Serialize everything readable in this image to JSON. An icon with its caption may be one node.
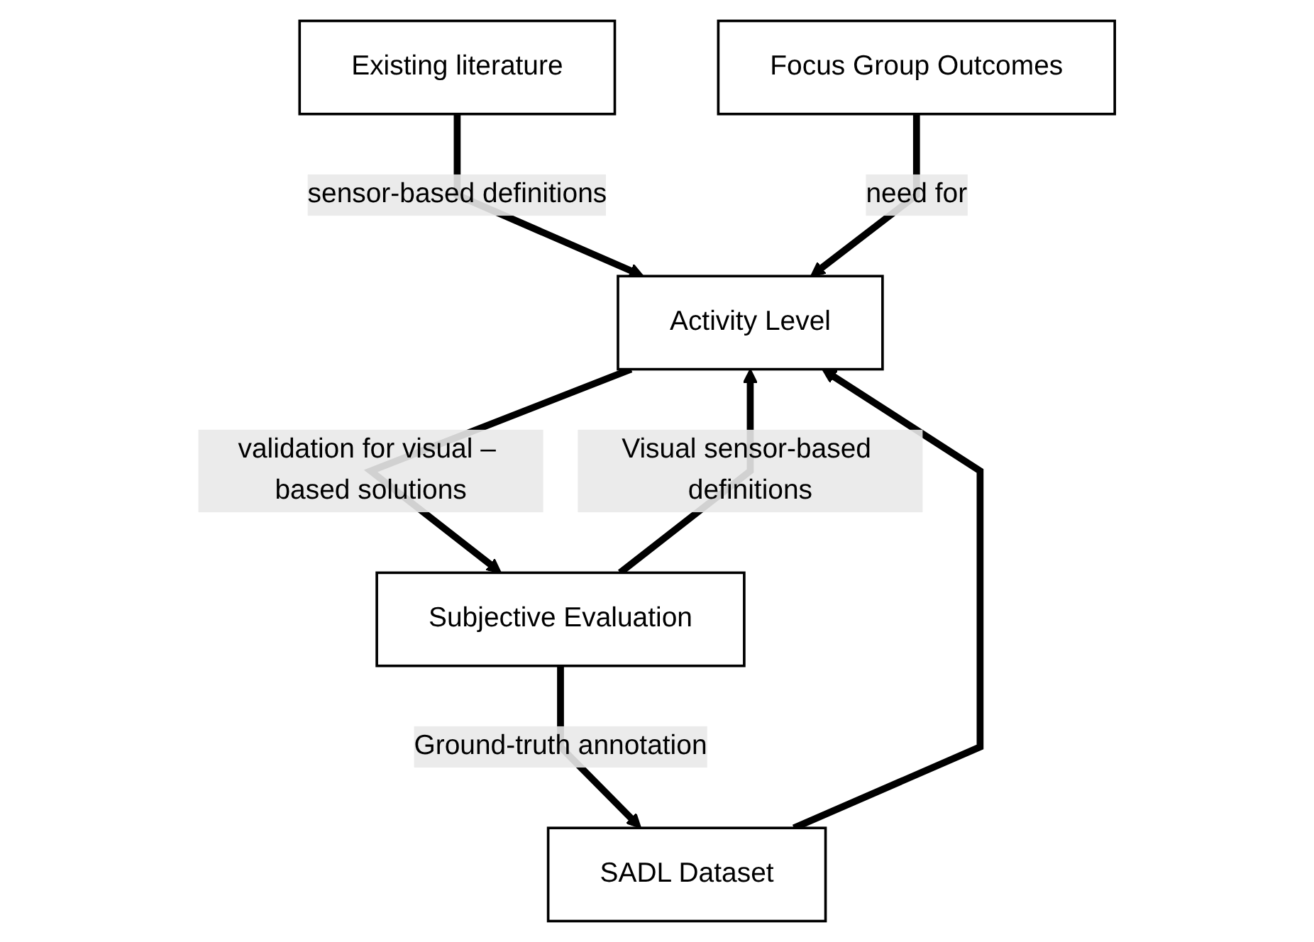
{
  "diagram": {
    "nodes": [
      {
        "text": [
          "Existing literature"
        ]
      },
      {
        "text": [
          "Focus Group Outcomes"
        ]
      },
      {
        "text": [
          "Activity Level"
        ]
      },
      {
        "text": [
          "SADL Dataset"
        ]
      },
      {
        "text": [
          "Subjective Evaluation"
        ]
      }
    ],
    "edges": [
      {
        "from": 0,
        "to": 2,
        "arrow": "to",
        "label": "sensor-based definitions"
      },
      {
        "from": 1,
        "to": 2,
        "arrow": "to",
        "label": "need for"
      },
      {
        "from": 3,
        "to": 2,
        "arrow": "to"
      },
      {
        "from": 2,
        "to": 4,
        "arrow": "to",
        "label": "validation for visual – based solutions"
      },
      {
        "from": 4,
        "to": 2,
        "arrow": "to",
        "label": "Visual sensor-based definitions"
      },
      {
        "from": 4,
        "to": 3,
        "arrow": "to",
        "label": "Ground-truth annotation"
      }
    ]
  }
}
